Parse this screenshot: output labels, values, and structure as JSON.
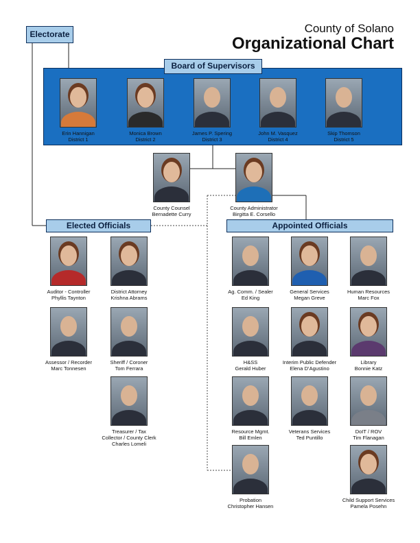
{
  "header": {
    "subtitle": "County of Solano",
    "title": "Organizational Chart"
  },
  "electorate": "Electorate",
  "board": {
    "label": "Board of Supervisors",
    "members": [
      {
        "name": "Erin Hannigan",
        "role": "District 1"
      },
      {
        "name": "Monica Brown",
        "role": "District 2"
      },
      {
        "name": "James P. Spering",
        "role": "District 3"
      },
      {
        "name": "John M. Vasquez",
        "role": "District 4"
      },
      {
        "name": "Skip Thomson",
        "role": "District 5"
      }
    ]
  },
  "counsel": {
    "role": "County Counsel",
    "name": "Bernadette Curry"
  },
  "administrator": {
    "role": "County Administrator",
    "name": "Birgitta E. Corsello"
  },
  "elected": {
    "label": "Elected Officials",
    "members": [
      {
        "role": "Auditor - Controller",
        "name": "Phyllis Taynton"
      },
      {
        "role": "District Attorney",
        "name": "Krishna Abrams"
      },
      {
        "role": "Assessor / Recorder",
        "name": "Marc Tonnesen"
      },
      {
        "role": "Sheriff / Coroner",
        "name": "Tom Ferrara"
      },
      {
        "role": "Treasurer / Tax",
        "role2": "Collector / County Clerk",
        "name": "Charles Lomeli"
      }
    ]
  },
  "appointed": {
    "label": "Appointed Officials",
    "members": [
      {
        "role": "Ag. Comm. / Sealer",
        "name": "Ed King"
      },
      {
        "role": "General Services",
        "name": "Megan Greve"
      },
      {
        "role": "Human Resources",
        "name": "Marc Fox"
      },
      {
        "role": "H&SS",
        "name": "Gerald Huber"
      },
      {
        "role": "Interim Public Defender",
        "name": "Elena D’Agustino"
      },
      {
        "role": "Library",
        "name": "Bonnie Katz"
      },
      {
        "role": "Resource Mgmt.",
        "name": "Bill Emlen"
      },
      {
        "role": "Veterans Services",
        "name": "Ted Puntillo"
      },
      {
        "role": "DoIT / ROV",
        "name": "Tim Flanagan"
      },
      {
        "role": "Probation",
        "name": "Christopher Hansen"
      },
      {
        "role": "Child Support Services",
        "name": "Pamela Posehn"
      }
    ]
  },
  "colors": {
    "board_fill": "#1a6fc1",
    "header_box_fill": "#a8cdea",
    "border": "#0b2d5a"
  }
}
